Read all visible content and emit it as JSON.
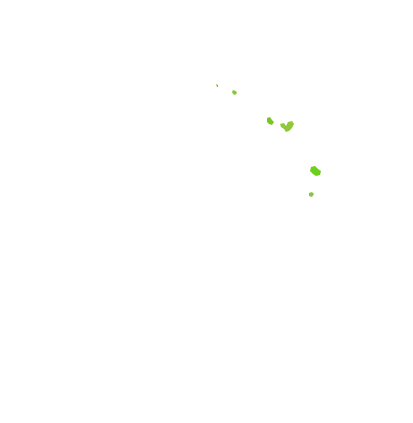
{
  "map": {
    "colors": {
      "background": "#ffffff",
      "land_light": "#9acd32",
      "land_dark": "#6fbf1f",
      "land_bright": "#66dd11"
    },
    "features": [
      {
        "id": "islet-1",
        "color": "#7fbf2a"
      },
      {
        "id": "islet-2",
        "color": "#8cc63f"
      },
      {
        "id": "island-cluster-1",
        "color": "#7cc425"
      },
      {
        "id": "island-cluster-2",
        "color": "#8fc93a"
      },
      {
        "id": "island-large",
        "color": "#6ccf1a"
      },
      {
        "id": "islet-3",
        "color": "#8bc34a"
      }
    ]
  }
}
